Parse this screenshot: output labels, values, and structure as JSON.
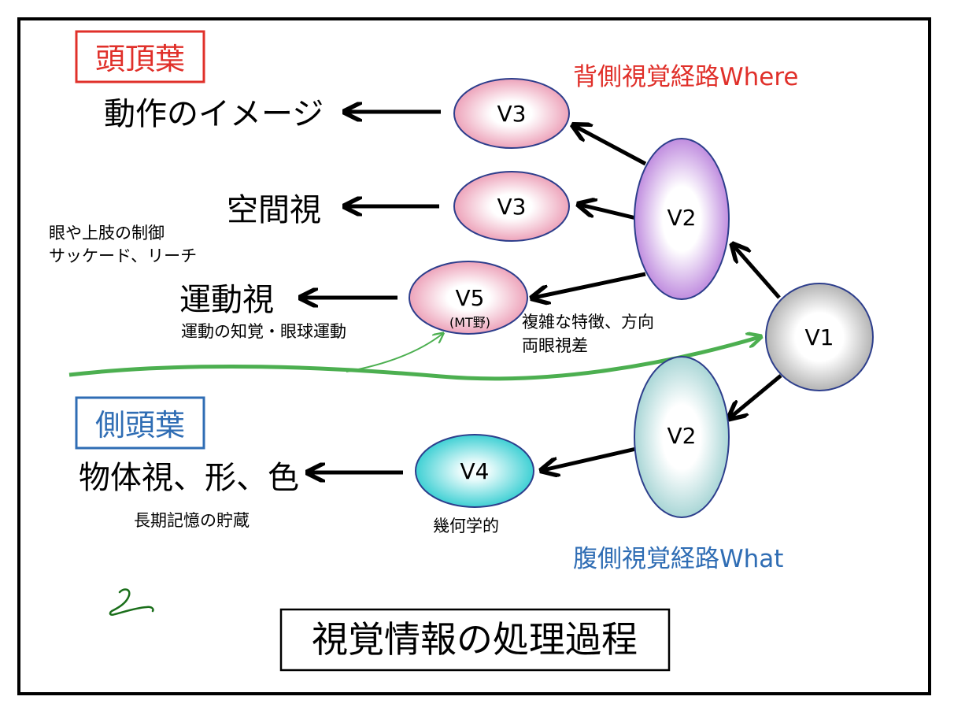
{
  "lobes": {
    "parietal": {
      "label": "頭頂葉",
      "color": "#e0302a"
    },
    "temporal": {
      "label": "側頭葉",
      "color": "#2f6db4"
    }
  },
  "pathways": {
    "dorsal": {
      "label": "背側視覚経路Where",
      "color": "#e0302a"
    },
    "ventral": {
      "label": "腹側視覚経路What",
      "color": "#2f6db4"
    }
  },
  "nodes": {
    "v1": {
      "label": "V1",
      "color": "#bdbdbd"
    },
    "v2_dorsal": {
      "label": "V2",
      "color": "#c79be2"
    },
    "v2_ventral": {
      "label": "V2",
      "color": "#b6dcdc"
    },
    "v3_action": {
      "label": "V3",
      "color": "#efa8bd"
    },
    "v3_space": {
      "label": "V3",
      "color": "#efa8bd"
    },
    "v5": {
      "label": "V5",
      "sublabel": "(MT野)",
      "color": "#efa8bd"
    },
    "v4": {
      "label": "V4",
      "color": "#4fd4d8"
    }
  },
  "functions": {
    "action_image": "動作のイメージ",
    "spatial_vision": "空間視",
    "eye_limb_control": "眼や上肢の制御",
    "saccade_reach": "サッケード、リーチ",
    "motion_vision": "運動視",
    "motion_perception": "運動の知覚・眼球運動",
    "object_vision": "物体視、形、色",
    "memory_storage": "長期記憶の貯蔵"
  },
  "annotations": {
    "complex_features": "複雑な特徴、方向",
    "binocular_disparity": "両眼視差",
    "geometric": "幾何学的"
  },
  "title": "視覚情報の処理過程",
  "input_line_color": "#4caf50"
}
